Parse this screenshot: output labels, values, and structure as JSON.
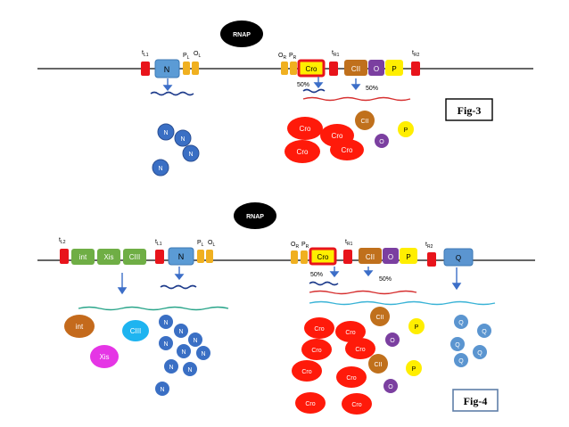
{
  "fig3": {
    "label": "Fig-3",
    "rnap": "RNAP",
    "sites": {
      "tL1": "t",
      "tL1_sub": "L1",
      "PL": "P",
      "PL_sub": "L",
      "OL": "O",
      "OL_sub": "L",
      "OR": "O",
      "OR_sub": "R",
      "PR": "P",
      "PR_sub": "R",
      "tR1": "t",
      "tR1_sub": "R1",
      "tR2": "t",
      "tR2_sub": "R2"
    },
    "genes": {
      "n": "N",
      "cro": "Cro",
      "cii": "CII",
      "o": "O",
      "p": "P"
    },
    "pct_left": "50%",
    "pct_right": "50%",
    "proteins": {
      "n": "N",
      "cro": "Cro",
      "cii": "CII",
      "o": "O",
      "p": "P"
    }
  },
  "fig4": {
    "label": "Fig-4",
    "rnap": "RNAP",
    "sites": {
      "tL2": "t",
      "tL2_sub": "L2",
      "tL1": "t",
      "tL1_sub": "L1",
      "PL": "P",
      "PL_sub": "L",
      "OL": "O",
      "OL_sub": "L",
      "OR": "O",
      "OR_sub": "R",
      "PR": "P",
      "PR_sub": "R",
      "tR1": "t",
      "tR1_sub": "R1",
      "tR2": "t",
      "tR2_sub": "R2"
    },
    "genes": {
      "int": "int",
      "xis": "Xis",
      "ciii": "CIII",
      "n": "N",
      "cro": "Cro",
      "cii": "CII",
      "o": "O",
      "p": "P",
      "q": "Q"
    },
    "pct_left": "50%",
    "pct_right": "50%",
    "proteins": {
      "int": "int",
      "xis": "Xis",
      "ciii": "CIII",
      "n": "N",
      "cro": "Cro",
      "cii": "CII",
      "o": "O",
      "p": "P",
      "q": "Q"
    }
  },
  "colors": {
    "terminator": "#e8141b",
    "gene_blue": "#5b9bd5",
    "operator": "#f0b020",
    "cro_red": "#ff1a0a",
    "cii_brown": "#c0701c",
    "o_purple": "#7b3fa0",
    "p_yellow": "#ffee00",
    "int_green": "#6fae45",
    "n_blue": "#3a6fc4",
    "q_blue": "#5b95d0",
    "xis_magenta": "#e535e5",
    "ciii_cyan": "#1eb4f0",
    "int_brown": "#c46a1c",
    "mrna_navy": "#1f3c8c",
    "mrna_red": "#d63030",
    "mrna_green": "#2aa58a",
    "mrna_cyan": "#3ab3d6"
  }
}
